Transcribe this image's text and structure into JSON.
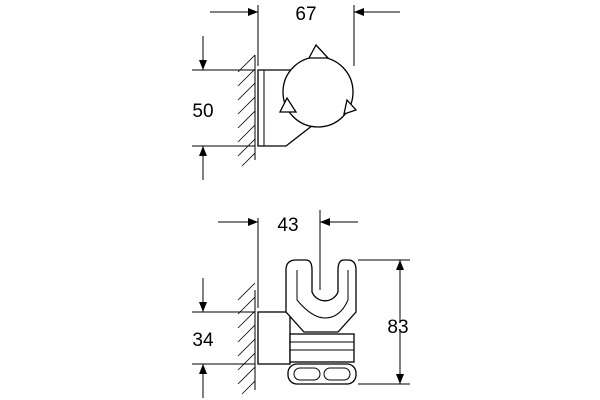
{
  "views": {
    "top": {
      "width_label": "67",
      "height_label": "50"
    },
    "bottom": {
      "width_label": "43",
      "wall_height_label": "34",
      "total_height_label": "83"
    }
  },
  "colors": {
    "line": "#000000",
    "background": "#ffffff"
  }
}
